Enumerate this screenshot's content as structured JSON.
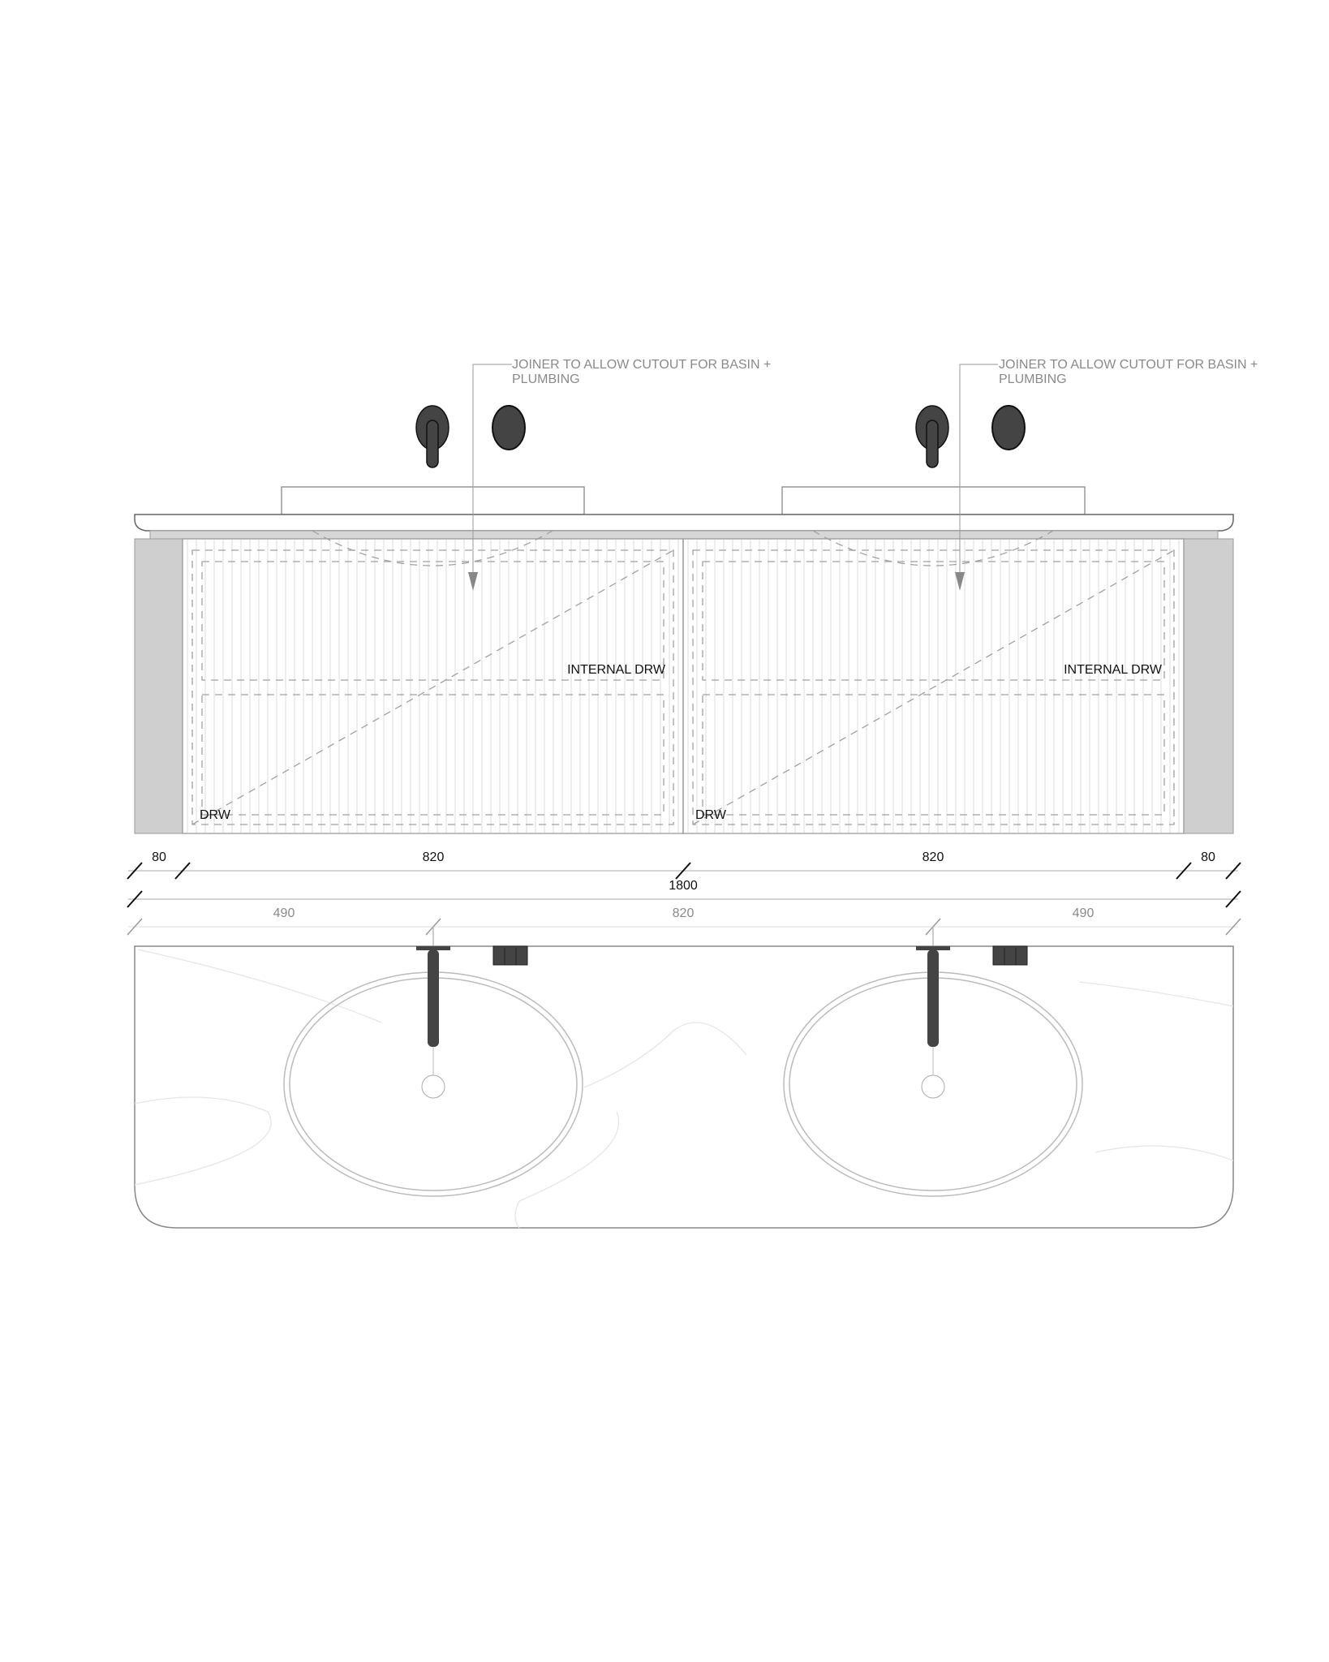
{
  "annotations": {
    "leader_left": [
      "JOINER TO ALLOW CUTOUT FOR BASIN +",
      "PLUMBING"
    ],
    "leader_right": [
      "JOINER TO ALLOW CUTOUT FOR BASIN +",
      "PLUMBING"
    ],
    "internal_drawer_left": "INTERNAL DRW",
    "internal_drawer_right": "INTERNAL DRW",
    "drawer_left": "DRW",
    "drawer_right": "DRW"
  },
  "dimensions": {
    "row1": [
      "80",
      "820",
      "820",
      "80"
    ],
    "overall": "1800",
    "row3": [
      "490",
      "820",
      "490"
    ]
  },
  "colors": {
    "line": "#8a8a8a",
    "tapware": "#444444",
    "side_panel": "#cfcfcf"
  }
}
